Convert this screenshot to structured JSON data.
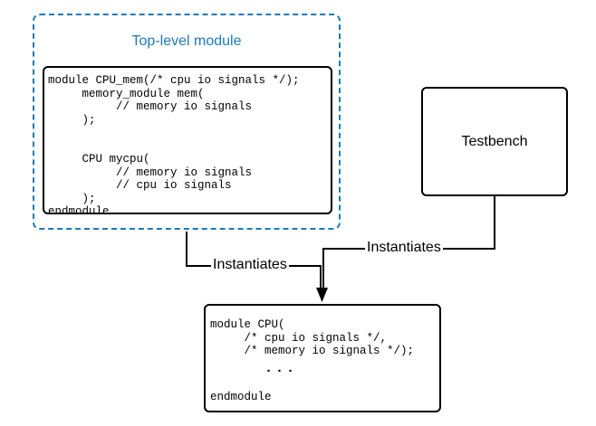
{
  "top_module": {
    "title": "Top-level module",
    "code_lines": [
      "module CPU_mem(/* cpu io signals */);",
      "     memory_module mem(",
      "          // memory io signals",
      "     );",
      "",
      "",
      "     CPU mycpu(",
      "          // memory io signals",
      "          // cpu io signals",
      "     );",
      "endmodule"
    ]
  },
  "testbench": {
    "label": "Testbench"
  },
  "cpu_module": {
    "code_lines_top": [
      "module CPU(",
      "     /* cpu io signals */,",
      "     /* memory io signals */);"
    ],
    "ellipsis": "     ...",
    "end_line": "endmodule"
  },
  "edges": {
    "top_to_cpu_label": "Instantiates",
    "testbench_to_cpu_label": "Instantiates"
  },
  "colors": {
    "accent": "#1a7ab8",
    "stroke": "#000000"
  }
}
